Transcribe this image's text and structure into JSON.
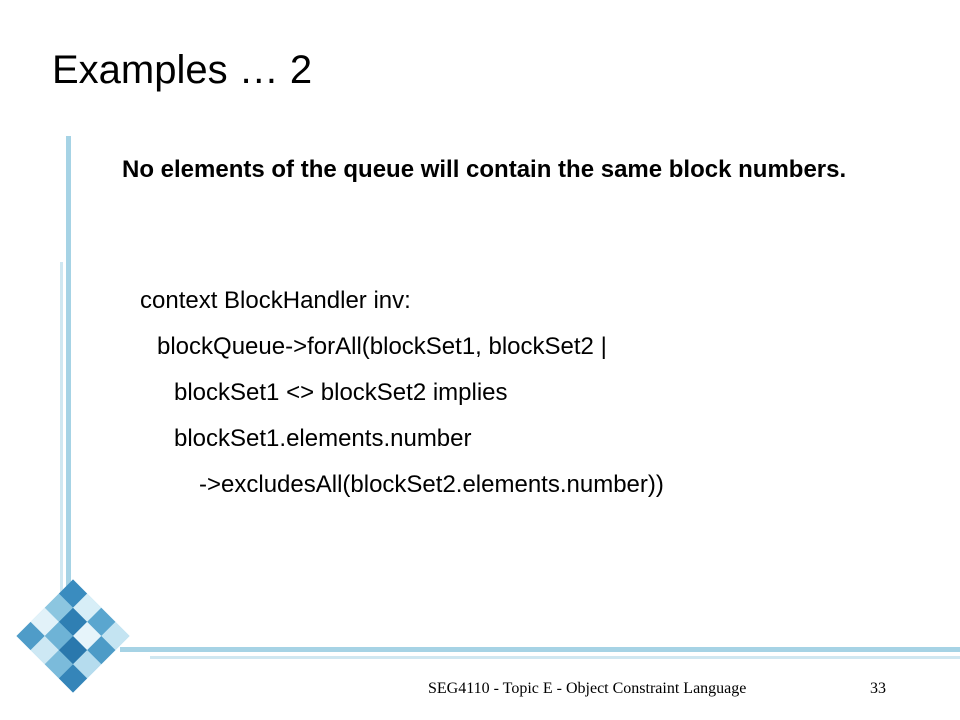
{
  "slide": {
    "title": "Examples … 2",
    "statement": "No elements of the queue will contain the same block numbers.",
    "code_lines": [
      "context BlockHandler inv:",
      "blockQueue->forAll(blockSet1, blockSet2 |",
      "blockSet1 <> blockSet2 implies",
      "blockSet1.elements.number",
      "->excludesAll(blockSet2.elements.number))"
    ],
    "footer": {
      "course_text": "SEG4110 - Topic E - Object Constraint Language",
      "page_number": "33"
    }
  },
  "colors": {
    "accent_line": "#8fc8de",
    "tile_dark": "#3a8cbf",
    "tile_light": "#a9d8ec"
  }
}
